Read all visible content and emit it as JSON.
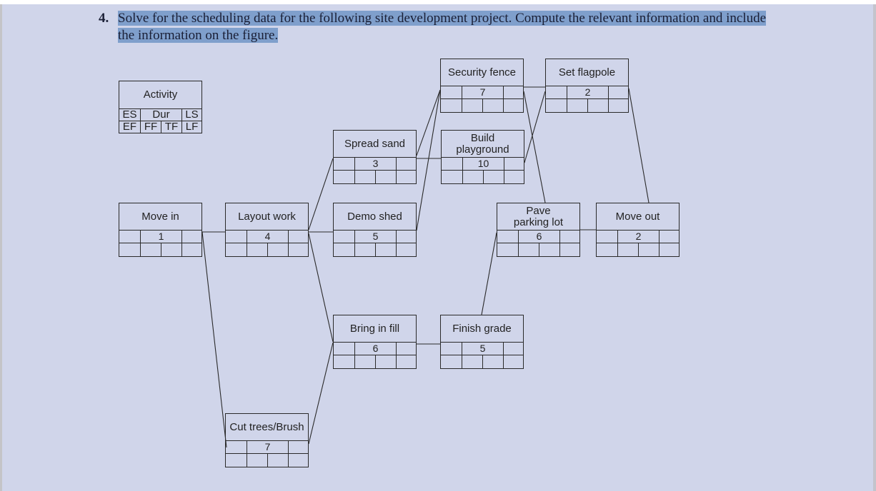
{
  "question": {
    "number": "4.",
    "text_line1": "Solve for the scheduling data for the following site development project. Compute the relevant information and include",
    "text_line2": "the information on the figure."
  },
  "legend": {
    "title": "Activity",
    "row1": {
      "es": "ES",
      "dur": "Dur",
      "ls": "LS"
    },
    "row2": {
      "ef": "EF",
      "ff": "FF",
      "tf": "TF",
      "lf": "LF"
    }
  },
  "activities": {
    "move_in": {
      "name": "Move in",
      "duration": "1"
    },
    "layout_work": {
      "name": "Layout work",
      "duration": "4"
    },
    "spread_sand": {
      "name": "Spread sand",
      "duration": "3"
    },
    "demo_shed": {
      "name": "Demo shed",
      "duration": "5"
    },
    "bring_in_fill": {
      "name": "Bring in fill",
      "duration": "6"
    },
    "cut_trees": {
      "name": "Cut trees/Brush",
      "duration": "7"
    },
    "security_fence": {
      "name": "Security fence",
      "duration": "7"
    },
    "build_playground": {
      "name": "Build playground",
      "duration": "10"
    },
    "finish_grade": {
      "name": "Finish grade",
      "duration": "5"
    },
    "set_flagpole": {
      "name": "Set flagpole",
      "duration": "2"
    },
    "pave_parking": {
      "name": "Pave parking lot",
      "duration": "6"
    },
    "move_out": {
      "name": "Move out",
      "duration": "2"
    }
  },
  "dependencies": [
    [
      "Move in",
      "Layout work"
    ],
    [
      "Move in",
      "Cut trees/Brush"
    ],
    [
      "Layout work",
      "Spread sand"
    ],
    [
      "Layout work",
      "Demo shed"
    ],
    [
      "Layout work",
      "Bring in fill"
    ],
    [
      "Cut trees/Brush",
      "Bring in fill"
    ],
    [
      "Spread sand",
      "Security fence"
    ],
    [
      "Spread sand",
      "Build playground"
    ],
    [
      "Demo shed",
      "Security fence"
    ],
    [
      "Bring in fill",
      "Finish grade"
    ],
    [
      "Security fence",
      "Set flagpole"
    ],
    [
      "Security fence",
      "Pave parking lot"
    ],
    [
      "Build playground",
      "Set flagpole"
    ],
    [
      "Finish grade",
      "Pave parking lot"
    ],
    [
      "Set flagpole",
      "Move out"
    ],
    [
      "Pave parking lot",
      "Move out"
    ]
  ],
  "colors": {
    "page_background": "#d0d5ea",
    "highlight": "#7f9fcc",
    "line": "#2a2a2a"
  }
}
